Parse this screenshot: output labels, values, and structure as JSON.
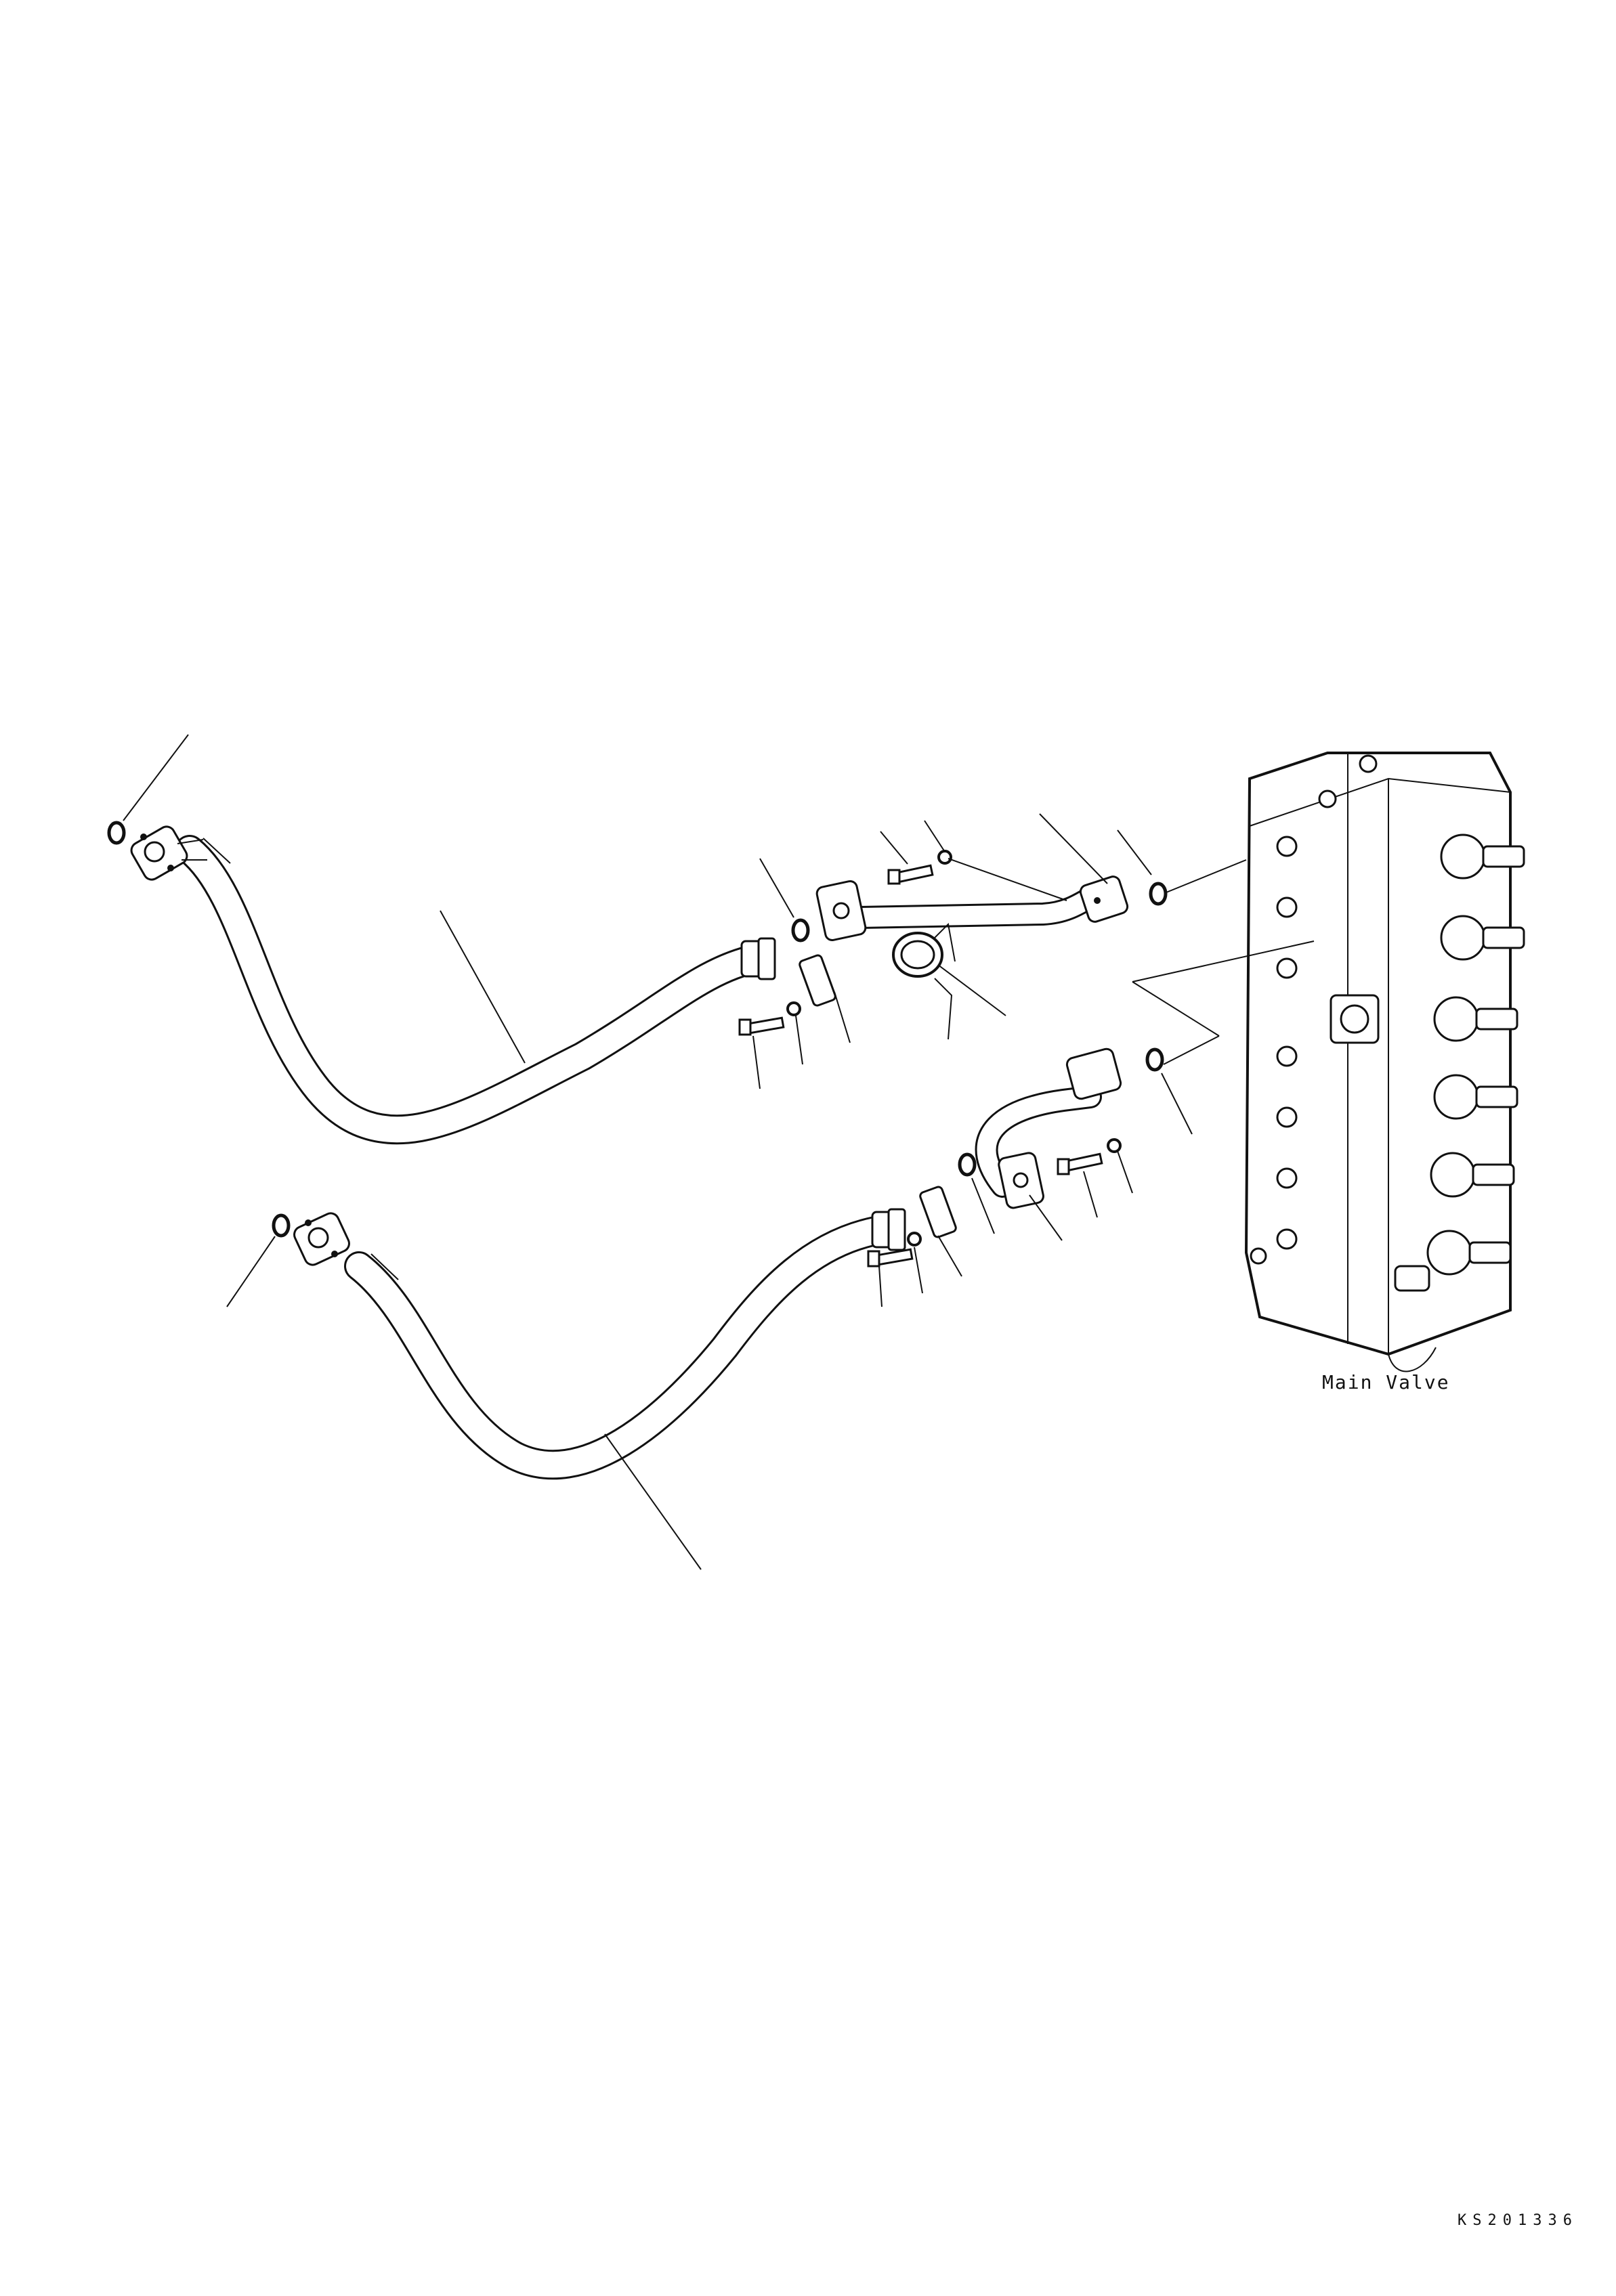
{
  "diagram": {
    "component_label": "Main Valve",
    "drawing_code": "KS201336"
  },
  "colors": {
    "ink": "#111111",
    "paper": "#ffffff"
  },
  "parts": [
    "hose-upper",
    "hose-lower",
    "tube-upper",
    "tube-lower",
    "split-flange",
    "bolt",
    "washer",
    "o-ring",
    "clamp",
    "main-valve"
  ]
}
